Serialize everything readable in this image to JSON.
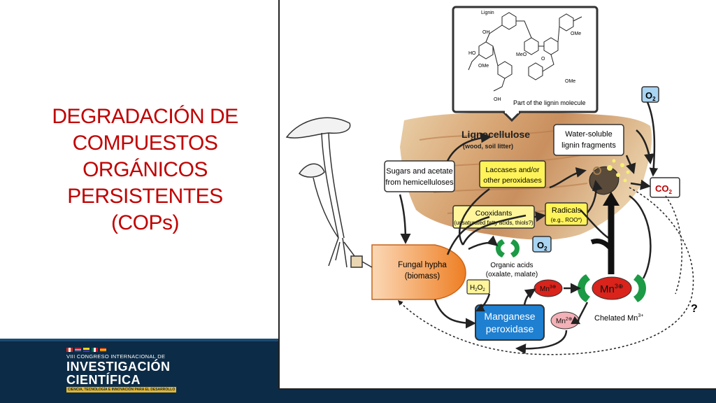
{
  "slide": {
    "title_lines": [
      "DEGRADACIÓN DE",
      "COMPUESTOS",
      "ORGÁNICOS",
      "PERSISTENTES",
      "(COPs)"
    ]
  },
  "logo": {
    "line1": "VIII CONGRESO INTERNACIONAL DE",
    "line2": "INVESTIGACIÓN",
    "line3": "CIENTÍFICA",
    "tagline": "CIENCIA, TECNOLOGÍA E INNOVACIÓN PARA EL DESARROLLO"
  },
  "diagram": {
    "lignin_labels": [
      "Lignin",
      "HO",
      "OH",
      "OMe",
      "MeO",
      "O"
    ],
    "lignin_caption": "Part of the lignin molecule",
    "o2_top": "O",
    "o2_top_sub": "2",
    "lignocellulose_title": "Lignocellulose",
    "lignocellulose_sub": "(wood, soil litter)",
    "water_soluble_1": "Water-soluble",
    "water_soluble_2": "lignin fragments",
    "co2": "CO",
    "co2_sub": "2",
    "sugars_1": "Sugars and acetate",
    "sugars_2": "from hemicelluloses",
    "laccases_1": "Laccases and/or",
    "laccases_2": "other peroxidases",
    "cooxidants_1": "Cooxidants",
    "cooxidants_2": "(unsaturated fatty acids, thiols?)",
    "radicals_1": "Radicals",
    "radicals_2": "(e.g., ROO*)",
    "o2_mid": "O",
    "o2_mid_sub": "2",
    "fungal_1": "Fungal hypha",
    "fungal_2": "(biomass)",
    "organic_acids_1": "Organic acids",
    "organic_acids_2": "(oxalate, malate)",
    "h2o2": "H",
    "h2o2_sub1": "2",
    "h2o2_o": "O",
    "h2o2_sub2": "2",
    "mn3_small": "Mn",
    "mn3_small_sup": "3⊕",
    "mn3_big": "Mn",
    "mn3_big_sup": "3⊕",
    "manganese_1": "Manganese",
    "manganese_2": "peroxidase",
    "mn2": "Mn",
    "mn2_sup": "2⊕",
    "chelated": "Chelated Mn",
    "chelated_sup": "3+",
    "question": "?"
  },
  "colors": {
    "title": "#c00000",
    "band": "#0c2b46",
    "yellow_box": "#fff35a",
    "blue_box": "#1f7fd0",
    "manganese_text": "#ffffff",
    "mn_red": "#d9231b",
    "mn2_pink": "#f3b0b6",
    "green": "#1c9a45",
    "fungal_orange": "#f08a30",
    "o2_blue": "#a9d4f2"
  }
}
